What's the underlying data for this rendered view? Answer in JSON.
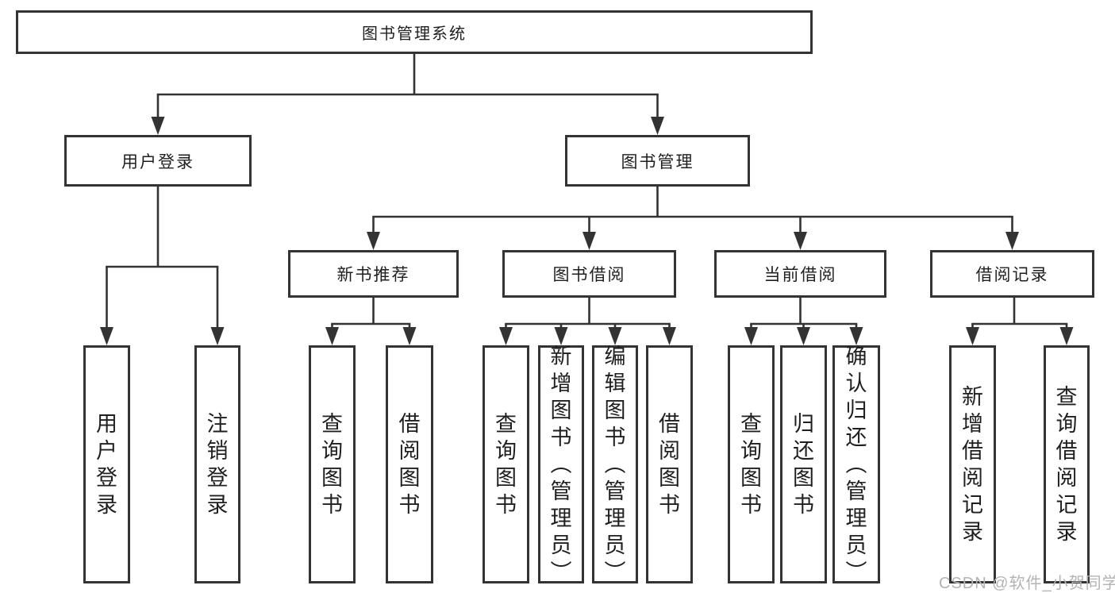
{
  "diagram": {
    "watermark": "CSDN @软件_小贺同学",
    "colors": {
      "line": "#333333",
      "box_border": "#333333",
      "text": "#1f1f1f",
      "watermark": "#b3b3b3",
      "background": "#ffffff"
    },
    "tree": {
      "label": "图书管理系统",
      "children": [
        {
          "label": "用户登录",
          "children": [
            {
              "label": "用户登录"
            },
            {
              "label": "注销登录"
            }
          ]
        },
        {
          "label": "图书管理",
          "children": [
            {
              "label": "新书推荐",
              "children": [
                {
                  "label": "查询图书"
                },
                {
                  "label": "借阅图书"
                }
              ]
            },
            {
              "label": "图书借阅",
              "children": [
                {
                  "label": "查询图书"
                },
                {
                  "label": "新增图书（管理员）"
                },
                {
                  "label": "编辑图书（管理员）"
                },
                {
                  "label": "借阅图书"
                }
              ]
            },
            {
              "label": "当前借阅",
              "children": [
                {
                  "label": "查询图书"
                },
                {
                  "label": "归还图书"
                },
                {
                  "label": "确认归还（管理员）"
                }
              ]
            },
            {
              "label": "借阅记录",
              "children": [
                {
                  "label": "新增借阅记录"
                },
                {
                  "label": "查询借阅记录"
                }
              ]
            }
          ]
        }
      ]
    }
  }
}
